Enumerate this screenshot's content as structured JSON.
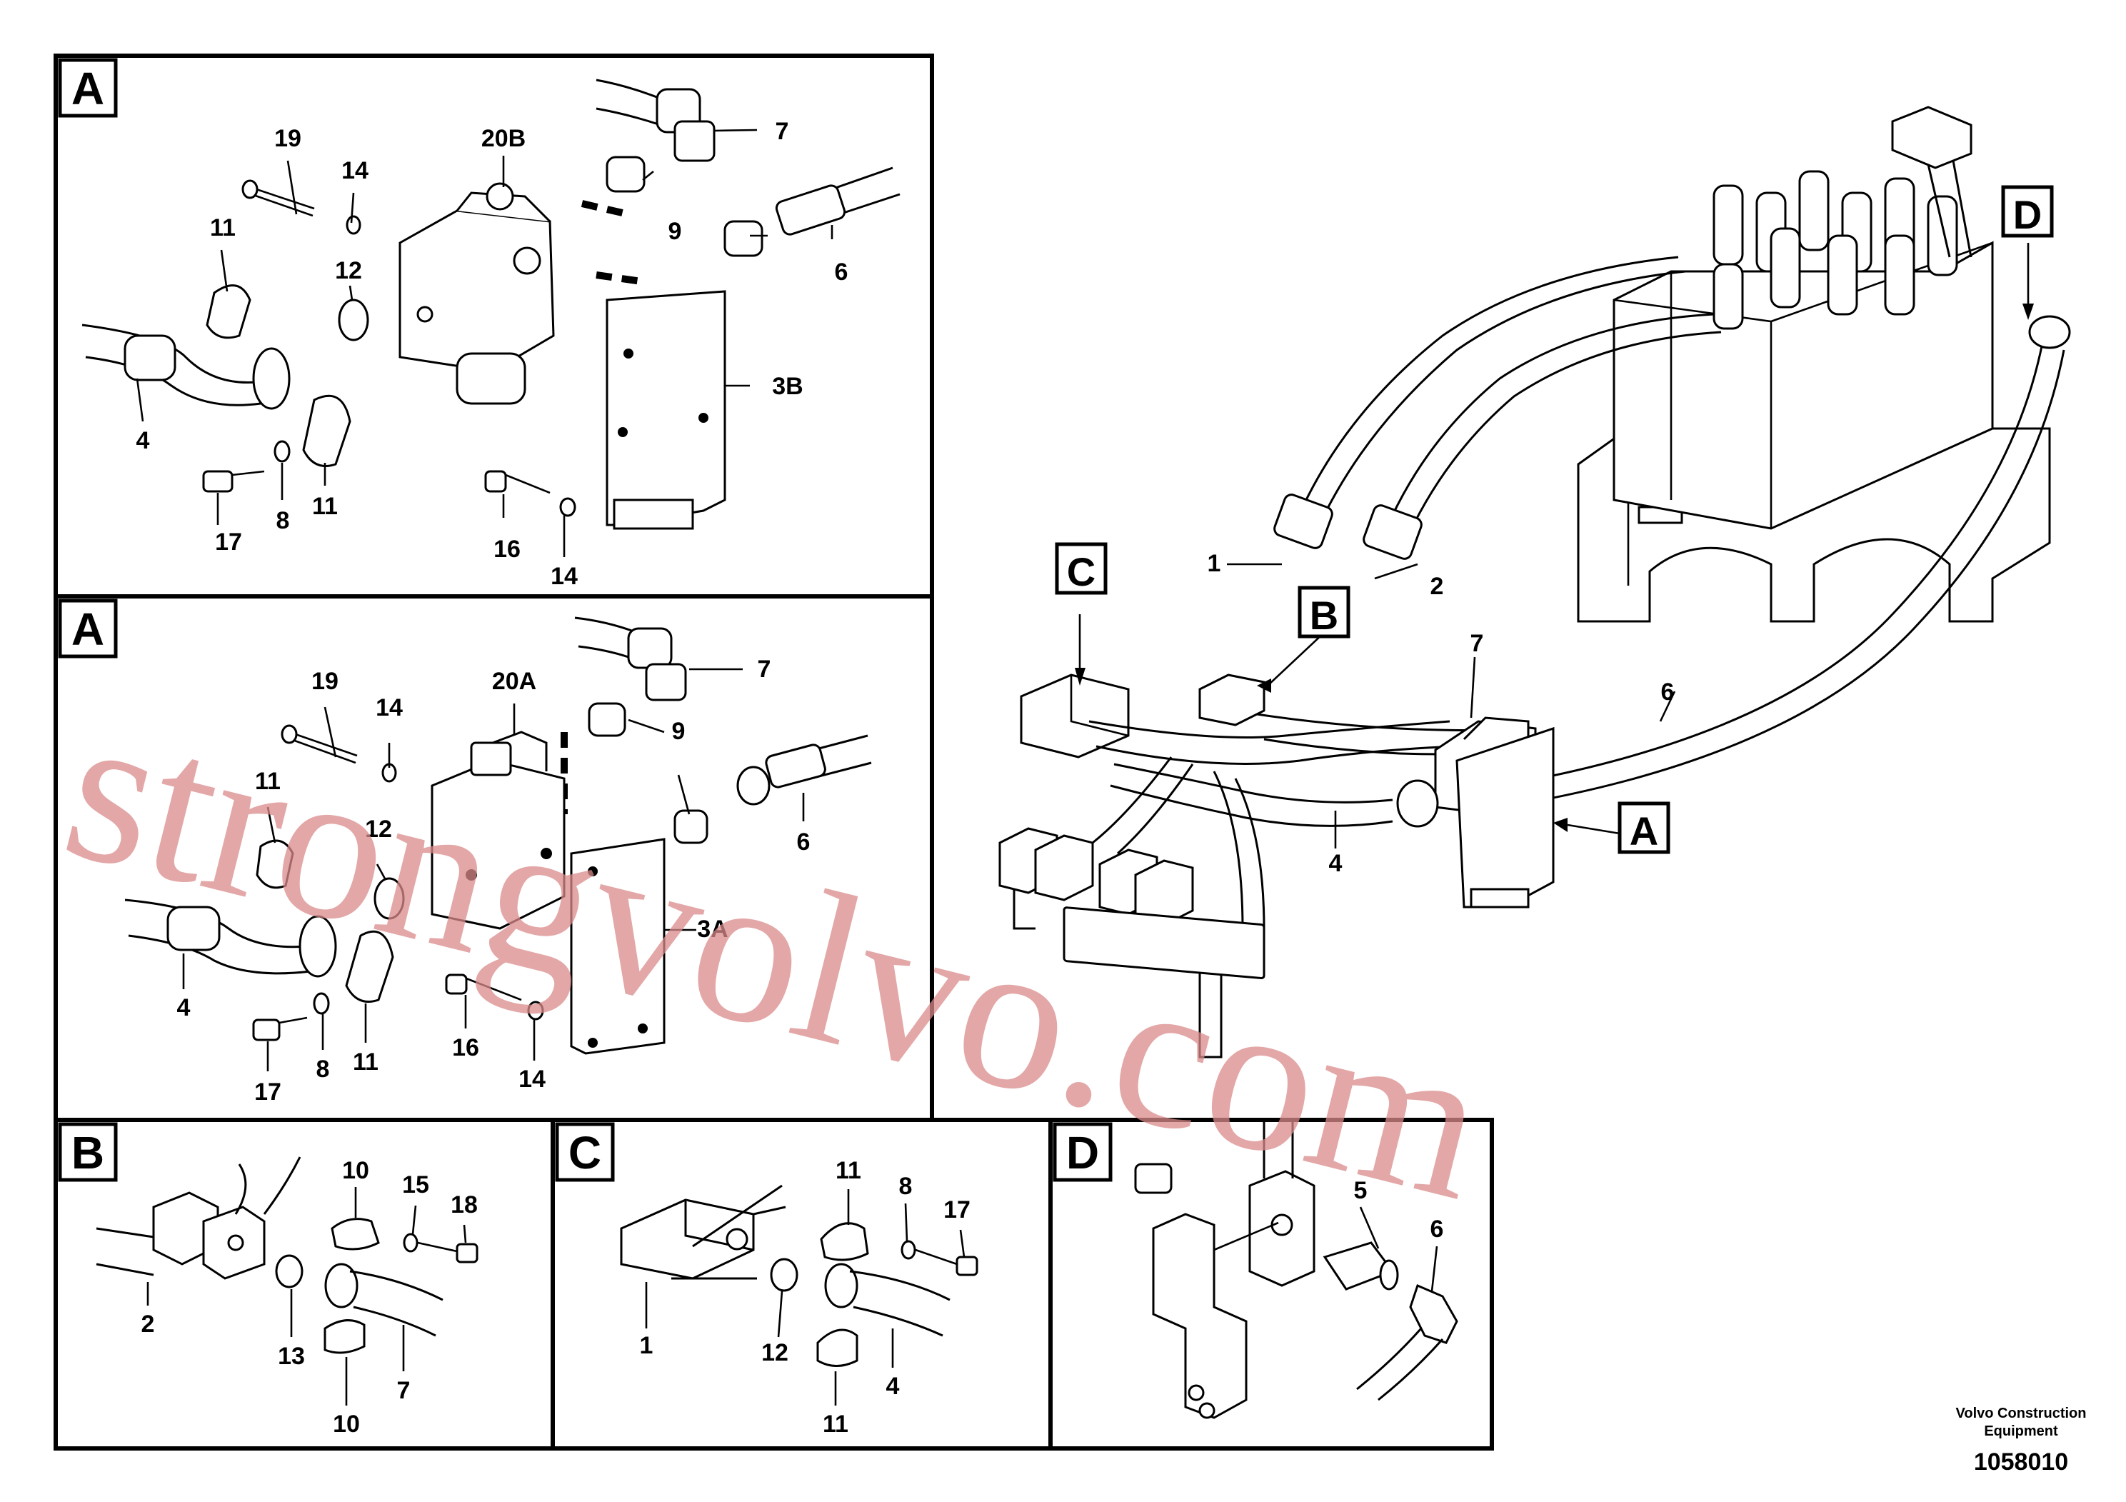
{
  "panels": {
    "a_top": {
      "letter": "A",
      "labels": [
        "19",
        "14",
        "20B",
        "7",
        "11",
        "12",
        "9",
        "6",
        "3B",
        "4",
        "17",
        "8",
        "11",
        "16",
        "14"
      ]
    },
    "a_mid": {
      "letter": "A",
      "labels": [
        "19",
        "14",
        "20A",
        "7",
        "11",
        "12",
        "9",
        "6",
        "3A",
        "4",
        "17",
        "8",
        "11",
        "16",
        "14"
      ]
    },
    "b": {
      "letter": "B",
      "labels": [
        "10",
        "15",
        "18",
        "2",
        "13",
        "10",
        "7"
      ]
    },
    "c": {
      "letter": "C",
      "labels": [
        "11",
        "8",
        "17",
        "1",
        "12",
        "4",
        "11"
      ]
    },
    "d": {
      "letter": "D",
      "labels": [
        "5",
        "6"
      ]
    }
  },
  "main": {
    "callouts": [
      "C",
      "B",
      "A",
      "D"
    ],
    "labels": [
      "1",
      "2",
      "7",
      "6",
      "4"
    ]
  },
  "footer": {
    "company_line1": "Volvo Construction",
    "company_line2": "Equipment",
    "doc_number": "1058010"
  },
  "watermark": "strongvolvo.com"
}
